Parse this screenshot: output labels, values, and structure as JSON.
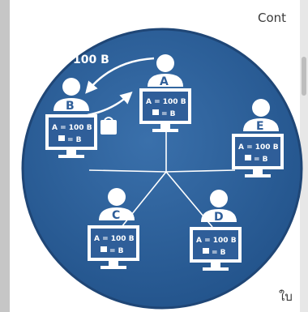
{
  "document": {
    "text_top": "Cont",
    "text_bottom": "ใบ"
  },
  "diagram": {
    "transfer_amount": "100 B",
    "nodes": [
      {
        "id": "A",
        "line1": "A = 100 B",
        "line2": "= B"
      },
      {
        "id": "B",
        "line1": "A = 100 B",
        "line2": "= B"
      },
      {
        "id": "C",
        "line1": "A = 100 B",
        "line2": "= B"
      },
      {
        "id": "D",
        "line1": "A = 100 B",
        "line2": "= B"
      },
      {
        "id": "E",
        "line1": "A = 100 B",
        "line2": "= B"
      }
    ],
    "colors": {
      "circle": "#2d5f98",
      "circle_edge": "#1f4676",
      "figure": "#ffffff",
      "screen": "#2f5e99",
      "background": "#d3d3d3"
    }
  }
}
